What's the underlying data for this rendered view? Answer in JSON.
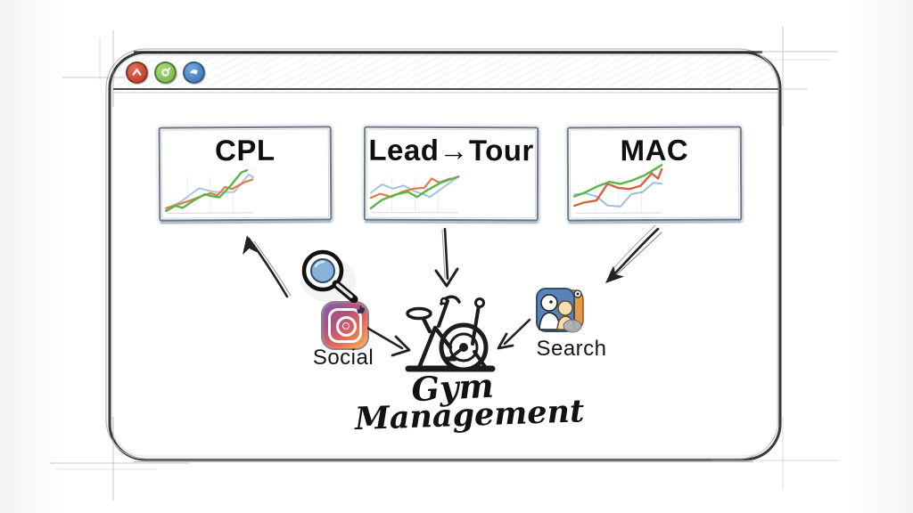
{
  "window": {
    "style": "hand-drawn browser window",
    "frame_color": "#3a3a3a",
    "controls": [
      {
        "id": "red-window-button",
        "color": "#c8452f"
      },
      {
        "id": "green-window-button",
        "color": "#7fbf4d"
      },
      {
        "id": "blue-window-button",
        "color": "#4a7fc1"
      }
    ]
  },
  "panels": [
    {
      "title": "CPL"
    },
    {
      "title": "Lead→Tour"
    },
    {
      "title": "MAC"
    }
  ],
  "chart_data": [
    {
      "type": "line",
      "title": "CPL",
      "xlabel": "",
      "ylabel": "",
      "x_range": [
        0,
        100
      ],
      "y_range": [
        0,
        100
      ],
      "grid": true,
      "legend": "none",
      "series": [
        {
          "name": "blue",
          "color": "#8ab4d8",
          "opacity": 0.75,
          "points": [
            [
              2,
              12
            ],
            [
              18,
              26
            ],
            [
              38,
              52
            ],
            [
              50,
              46
            ],
            [
              58,
              44
            ],
            [
              76,
              44
            ],
            [
              92,
              78
            ],
            [
              97,
              72
            ]
          ]
        },
        {
          "name": "orange",
          "color": "#e07b4a",
          "opacity": 1,
          "points": [
            [
              2,
              14
            ],
            [
              14,
              20
            ],
            [
              28,
              28
            ],
            [
              40,
              36
            ],
            [
              50,
              42
            ],
            [
              58,
              38
            ],
            [
              66,
              54
            ],
            [
              74,
              50
            ],
            [
              86,
              62
            ],
            [
              96,
              68
            ]
          ]
        },
        {
          "name": "green",
          "color": "#5cb54a",
          "opacity": 1,
          "points": [
            [
              2,
              8
            ],
            [
              12,
              18
            ],
            [
              20,
              14
            ],
            [
              32,
              28
            ],
            [
              44,
              40
            ],
            [
              52,
              36
            ],
            [
              60,
              34
            ],
            [
              72,
              56
            ],
            [
              84,
              82
            ],
            [
              90,
              86
            ]
          ]
        }
      ]
    },
    {
      "type": "line",
      "title": "Lead→Tour",
      "xlabel": "",
      "ylabel": "",
      "x_range": [
        0,
        100
      ],
      "y_range": [
        0,
        100
      ],
      "grid": true,
      "legend": "none",
      "series": [
        {
          "name": "blue",
          "color": "#8ab4d8",
          "opacity": 0.8,
          "points": [
            [
              2,
              42
            ],
            [
              14,
              58
            ],
            [
              26,
              50
            ],
            [
              38,
              56
            ],
            [
              48,
              46
            ],
            [
              58,
              40
            ],
            [
              66,
              34
            ],
            [
              80,
              52
            ],
            [
              97,
              74
            ]
          ]
        },
        {
          "name": "orange",
          "color": "#e07b4a",
          "opacity": 1,
          "points": [
            [
              2,
              32
            ],
            [
              12,
              40
            ],
            [
              24,
              34
            ],
            [
              36,
              44
            ],
            [
              48,
              50
            ],
            [
              60,
              52
            ],
            [
              68,
              70
            ],
            [
              76,
              62
            ],
            [
              88,
              70
            ]
          ]
        },
        {
          "name": "green",
          "color": "#5cb54a",
          "opacity": 1,
          "points": [
            [
              2,
              12
            ],
            [
              14,
              28
            ],
            [
              28,
              38
            ],
            [
              42,
              44
            ],
            [
              52,
              34
            ],
            [
              62,
              46
            ],
            [
              78,
              62
            ],
            [
              97,
              74
            ]
          ]
        }
      ]
    },
    {
      "type": "line",
      "title": "MAC",
      "xlabel": "",
      "ylabel": "",
      "x_range": [
        0,
        100
      ],
      "y_range": [
        0,
        100
      ],
      "grid": true,
      "legend": "none",
      "series": [
        {
          "name": "blue",
          "color": "#8ab4d8",
          "opacity": 0.85,
          "points": [
            [
              2,
              40
            ],
            [
              14,
              42
            ],
            [
              26,
              36
            ],
            [
              38,
              18
            ],
            [
              52,
              16
            ],
            [
              64,
              40
            ],
            [
              76,
              44
            ],
            [
              88,
              62
            ],
            [
              97,
              60
            ]
          ]
        },
        {
          "name": "green",
          "color": "#5cb54a",
          "opacity": 1,
          "points": [
            [
              2,
              36
            ],
            [
              14,
              44
            ],
            [
              28,
              56
            ],
            [
              40,
              64
            ],
            [
              52,
              60
            ],
            [
              64,
              66
            ],
            [
              78,
              76
            ],
            [
              97,
              96
            ]
          ]
        },
        {
          "name": "orange",
          "color": "#d9603b",
          "opacity": 1,
          "points": [
            [
              2,
              18
            ],
            [
              12,
              24
            ],
            [
              26,
              28
            ],
            [
              38,
              60
            ],
            [
              50,
              52
            ],
            [
              62,
              50
            ],
            [
              74,
              56
            ],
            [
              86,
              80
            ],
            [
              93,
              70
            ],
            [
              97,
              88
            ]
          ]
        }
      ]
    }
  ],
  "flows": {
    "social": {
      "label": "Social",
      "icons": [
        "magnifying-glass-icon",
        "instagram-icon"
      ]
    },
    "search": {
      "label": "Search",
      "icons": [
        "people-search-icon"
      ]
    },
    "center": {
      "label_line1": "Gym",
      "label_line2": "Management",
      "illustration": "exercise-bike-sketch"
    },
    "arrows": [
      "arrow-up-to-cpl-panel",
      "arrow-down-from-leadtour-panel",
      "arrow-down-from-mac-panel-to-search",
      "arrow-social-to-gym",
      "arrow-search-to-gym"
    ]
  },
  "icon_colors": {
    "instagram_gradient": [
      "#7d55ad",
      "#e1635c",
      "#f7b158"
    ],
    "magnifier_lens": "#88b2d8",
    "people_search_blue": "#5b82b8",
    "people_search_orange": "#e89a43"
  }
}
